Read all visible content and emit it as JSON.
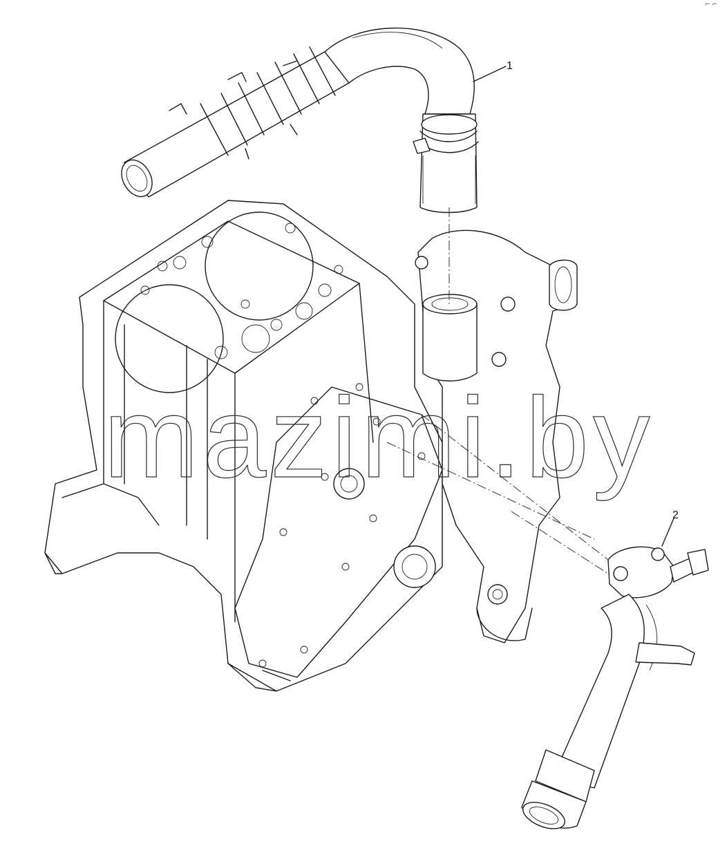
{
  "diagram": {
    "callouts": [
      {
        "id": "1",
        "label": "1"
      },
      {
        "id": "2",
        "label": "2"
      }
    ],
    "watermark": "mazimi.by",
    "corner_mark": "⌐ ⌐"
  }
}
